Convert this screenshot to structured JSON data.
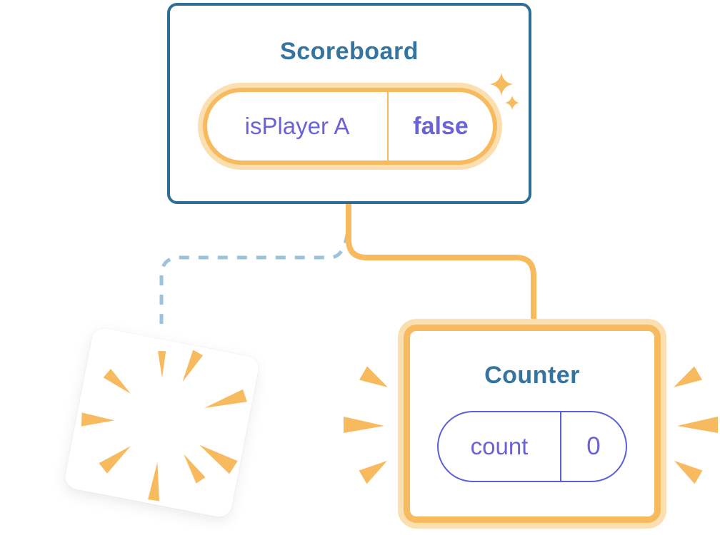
{
  "diagram": {
    "scoreboard": {
      "title": "Scoreboard",
      "state_key": "isPlayer A",
      "state_value": "false"
    },
    "counter": {
      "title": "Counter",
      "state_key": "count",
      "state_value": "0"
    }
  },
  "icons": {
    "sparkles": "sparkles-icon: two four-point stars marking new state",
    "burst": "burst-icon: radial poof marking destroyed component",
    "emphasis_left": "emphasis-marks-icon: three wedges left of Counter",
    "emphasis_right": "emphasis-marks-icon: three wedges right of Counter"
  },
  "colors": {
    "orange": "#F7BA5F",
    "orange_glow": "#FBDFB0",
    "teal_border": "#2E6E96",
    "teal_text": "#35749E",
    "purple_text": "#6A63D8",
    "purple_border": "#5A5FD6",
    "dashed_blue": "#9FC2DB",
    "card_bg": "#FFFFFF"
  }
}
